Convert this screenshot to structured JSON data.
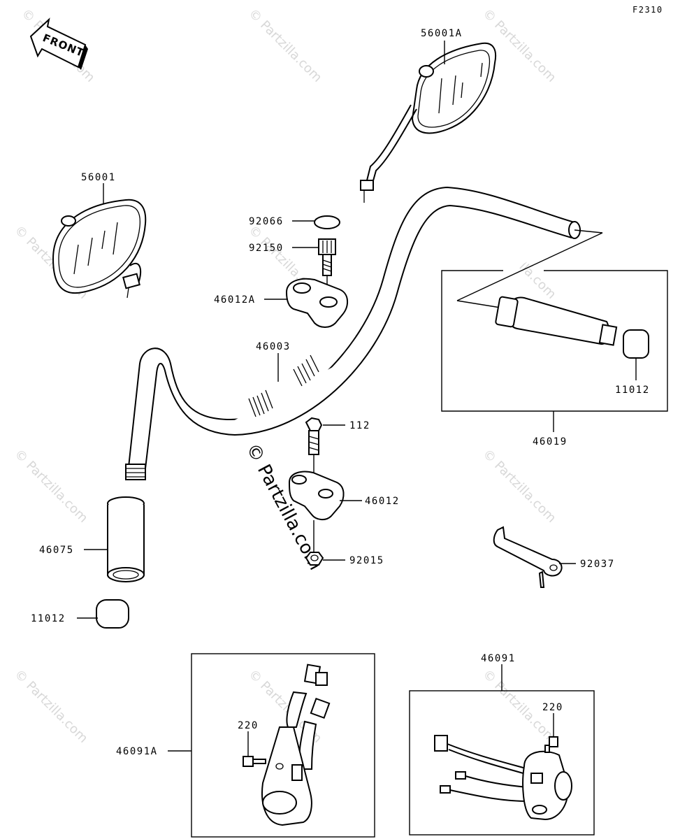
{
  "figure_code": "F2310",
  "front_arrow_label": "FRONT",
  "watermark_text": "© Partzilla.com",
  "labels": {
    "p56001A": "56001A",
    "p56001": "56001",
    "p92066": "92066",
    "p92150": "92150",
    "p46012A": "46012A",
    "p46003": "46003",
    "p11012_right": "11012",
    "p46019": "46019",
    "p112": "112",
    "p46012": "46012",
    "p92015": "92015",
    "p92037": "92037",
    "p46075": "46075",
    "p11012_left": "11012",
    "p46091": "46091",
    "p220_right": "220",
    "p220_left": "220",
    "p46091A": "46091A"
  }
}
